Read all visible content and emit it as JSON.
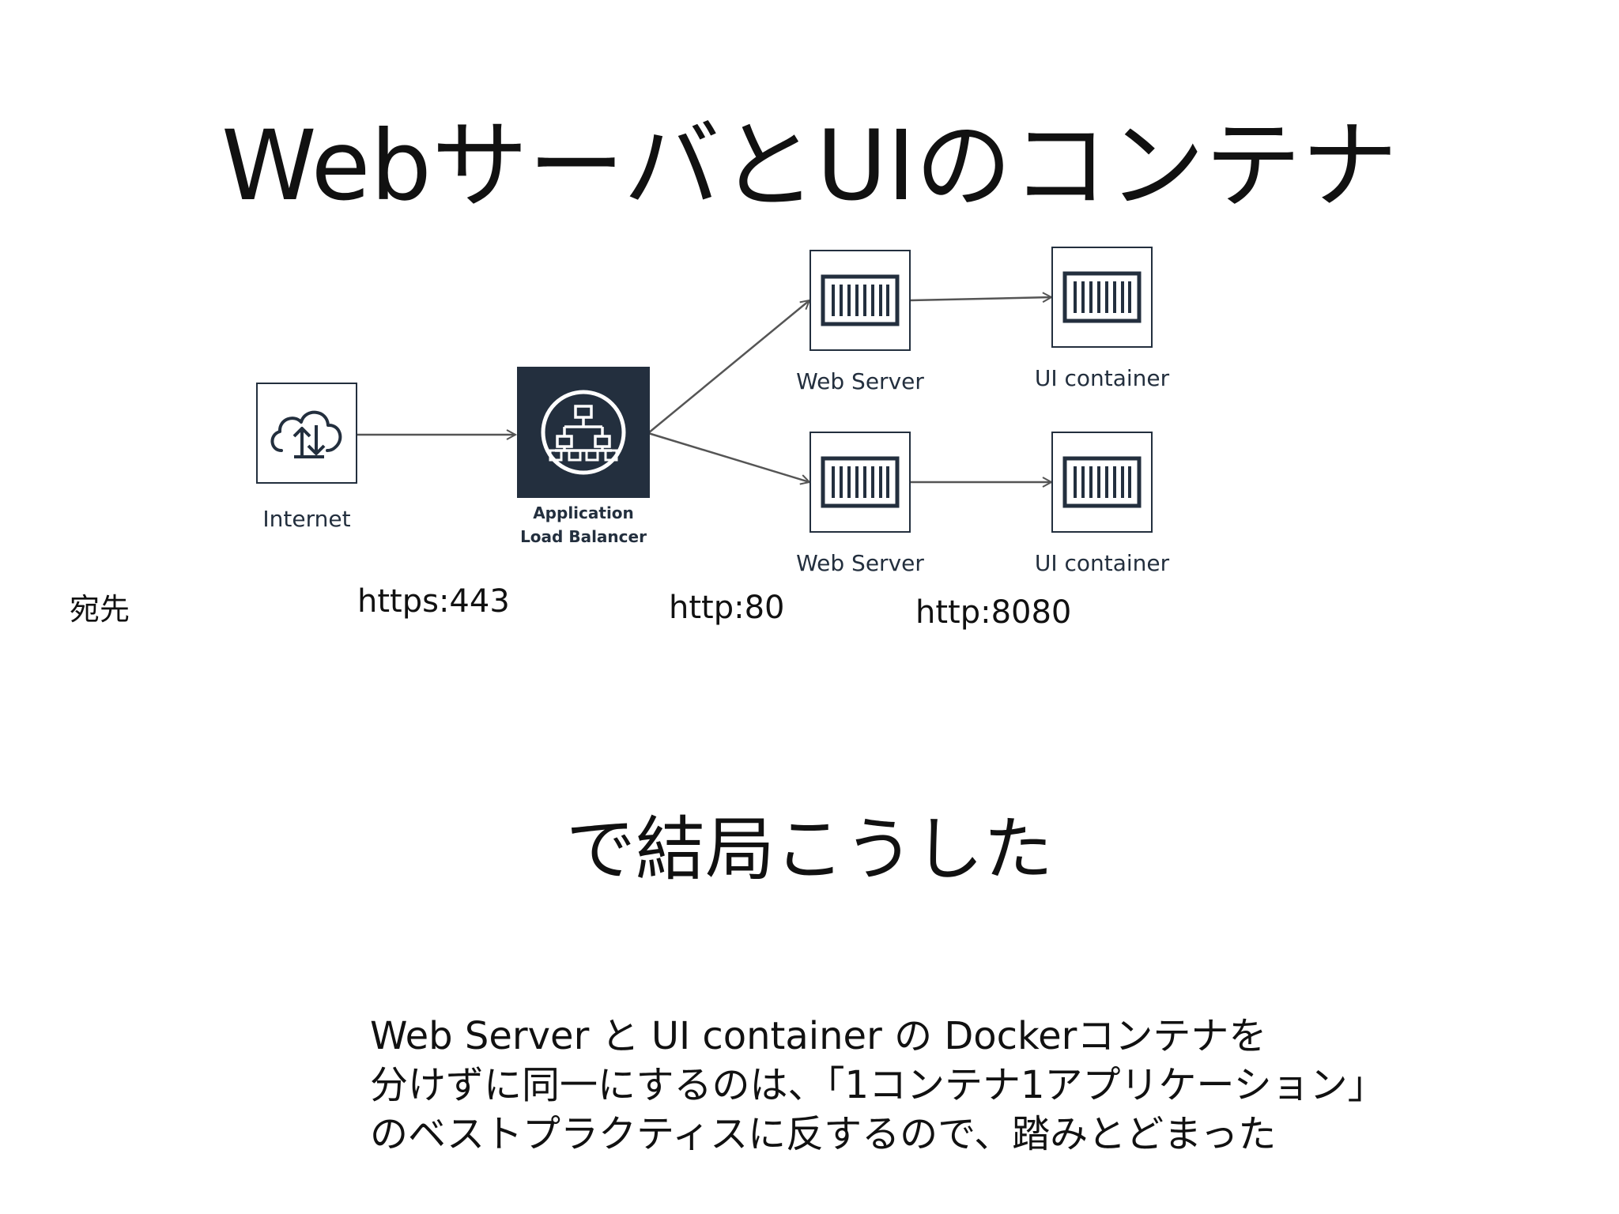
{
  "title": "WebサーバとUIのコンテナ",
  "diagram": {
    "internet": {
      "label": "Internet",
      "icon": "cloud-upload-download-icon"
    },
    "alb": {
      "label_line1": "Application",
      "label_line2": "Load Balancer",
      "icon": "network-hierarchy-icon",
      "color": "#232f3e"
    },
    "web_server_top": {
      "label": "Web Server",
      "icon": "container-icon"
    },
    "web_server_bottom": {
      "label": "Web Server",
      "icon": "container-icon"
    },
    "ui_container_top": {
      "label": "UI container",
      "icon": "container-icon"
    },
    "ui_container_bottom": {
      "label": "UI container",
      "icon": "container-icon"
    }
  },
  "ports": {
    "destination_label": "宛先",
    "https": "https:443",
    "http80": "http:80",
    "http8080": "http:8080"
  },
  "subtitle": "で結局こうした",
  "note": {
    "line1": "Web Server と UI container の Dockerコンテナを",
    "line2": "分けずに同一にするのは、「1コンテナ1アプリケーション」",
    "line3": "のベストプラクティスに反するので、踏みとどまった"
  }
}
